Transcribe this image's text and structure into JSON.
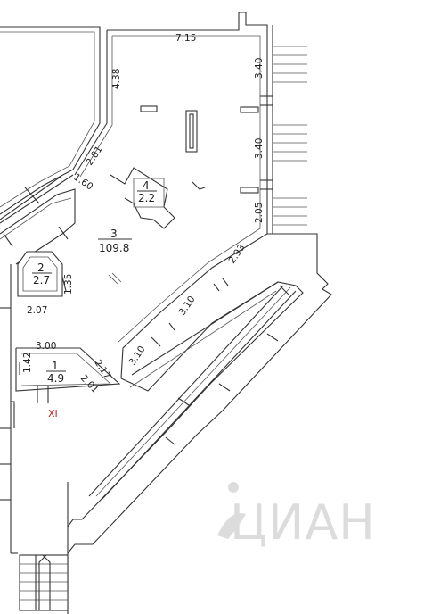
{
  "rooms": [
    {
      "number": "1",
      "area": "4.9"
    },
    {
      "number": "2",
      "area": "2.7"
    },
    {
      "number": "3",
      "area": "109.8"
    },
    {
      "number": "4",
      "area": "2.2"
    }
  ],
  "dimensions": {
    "top_width": "7.15",
    "left_wall": "4.38",
    "right_upper": "3.40",
    "right_middle": "3.40",
    "right_lower": "2.05",
    "diag_left_upper": "2.81",
    "diag_left_lower": "1.60",
    "diag_right_1": "2.93",
    "diag_right_2": "3.10",
    "diag_right_3": "3.10",
    "room2_width": "2.07",
    "room2_height": "1.35",
    "room1_width": "3.00",
    "room1_height": "1.42",
    "room1_diag_a": "2.17",
    "room1_diag_b": "2.01"
  },
  "marker": "XI",
  "watermark": "ЦИАН",
  "colors": {
    "line": "#333333",
    "marker": "#cc2222",
    "watermark": "#dcdcdc"
  }
}
